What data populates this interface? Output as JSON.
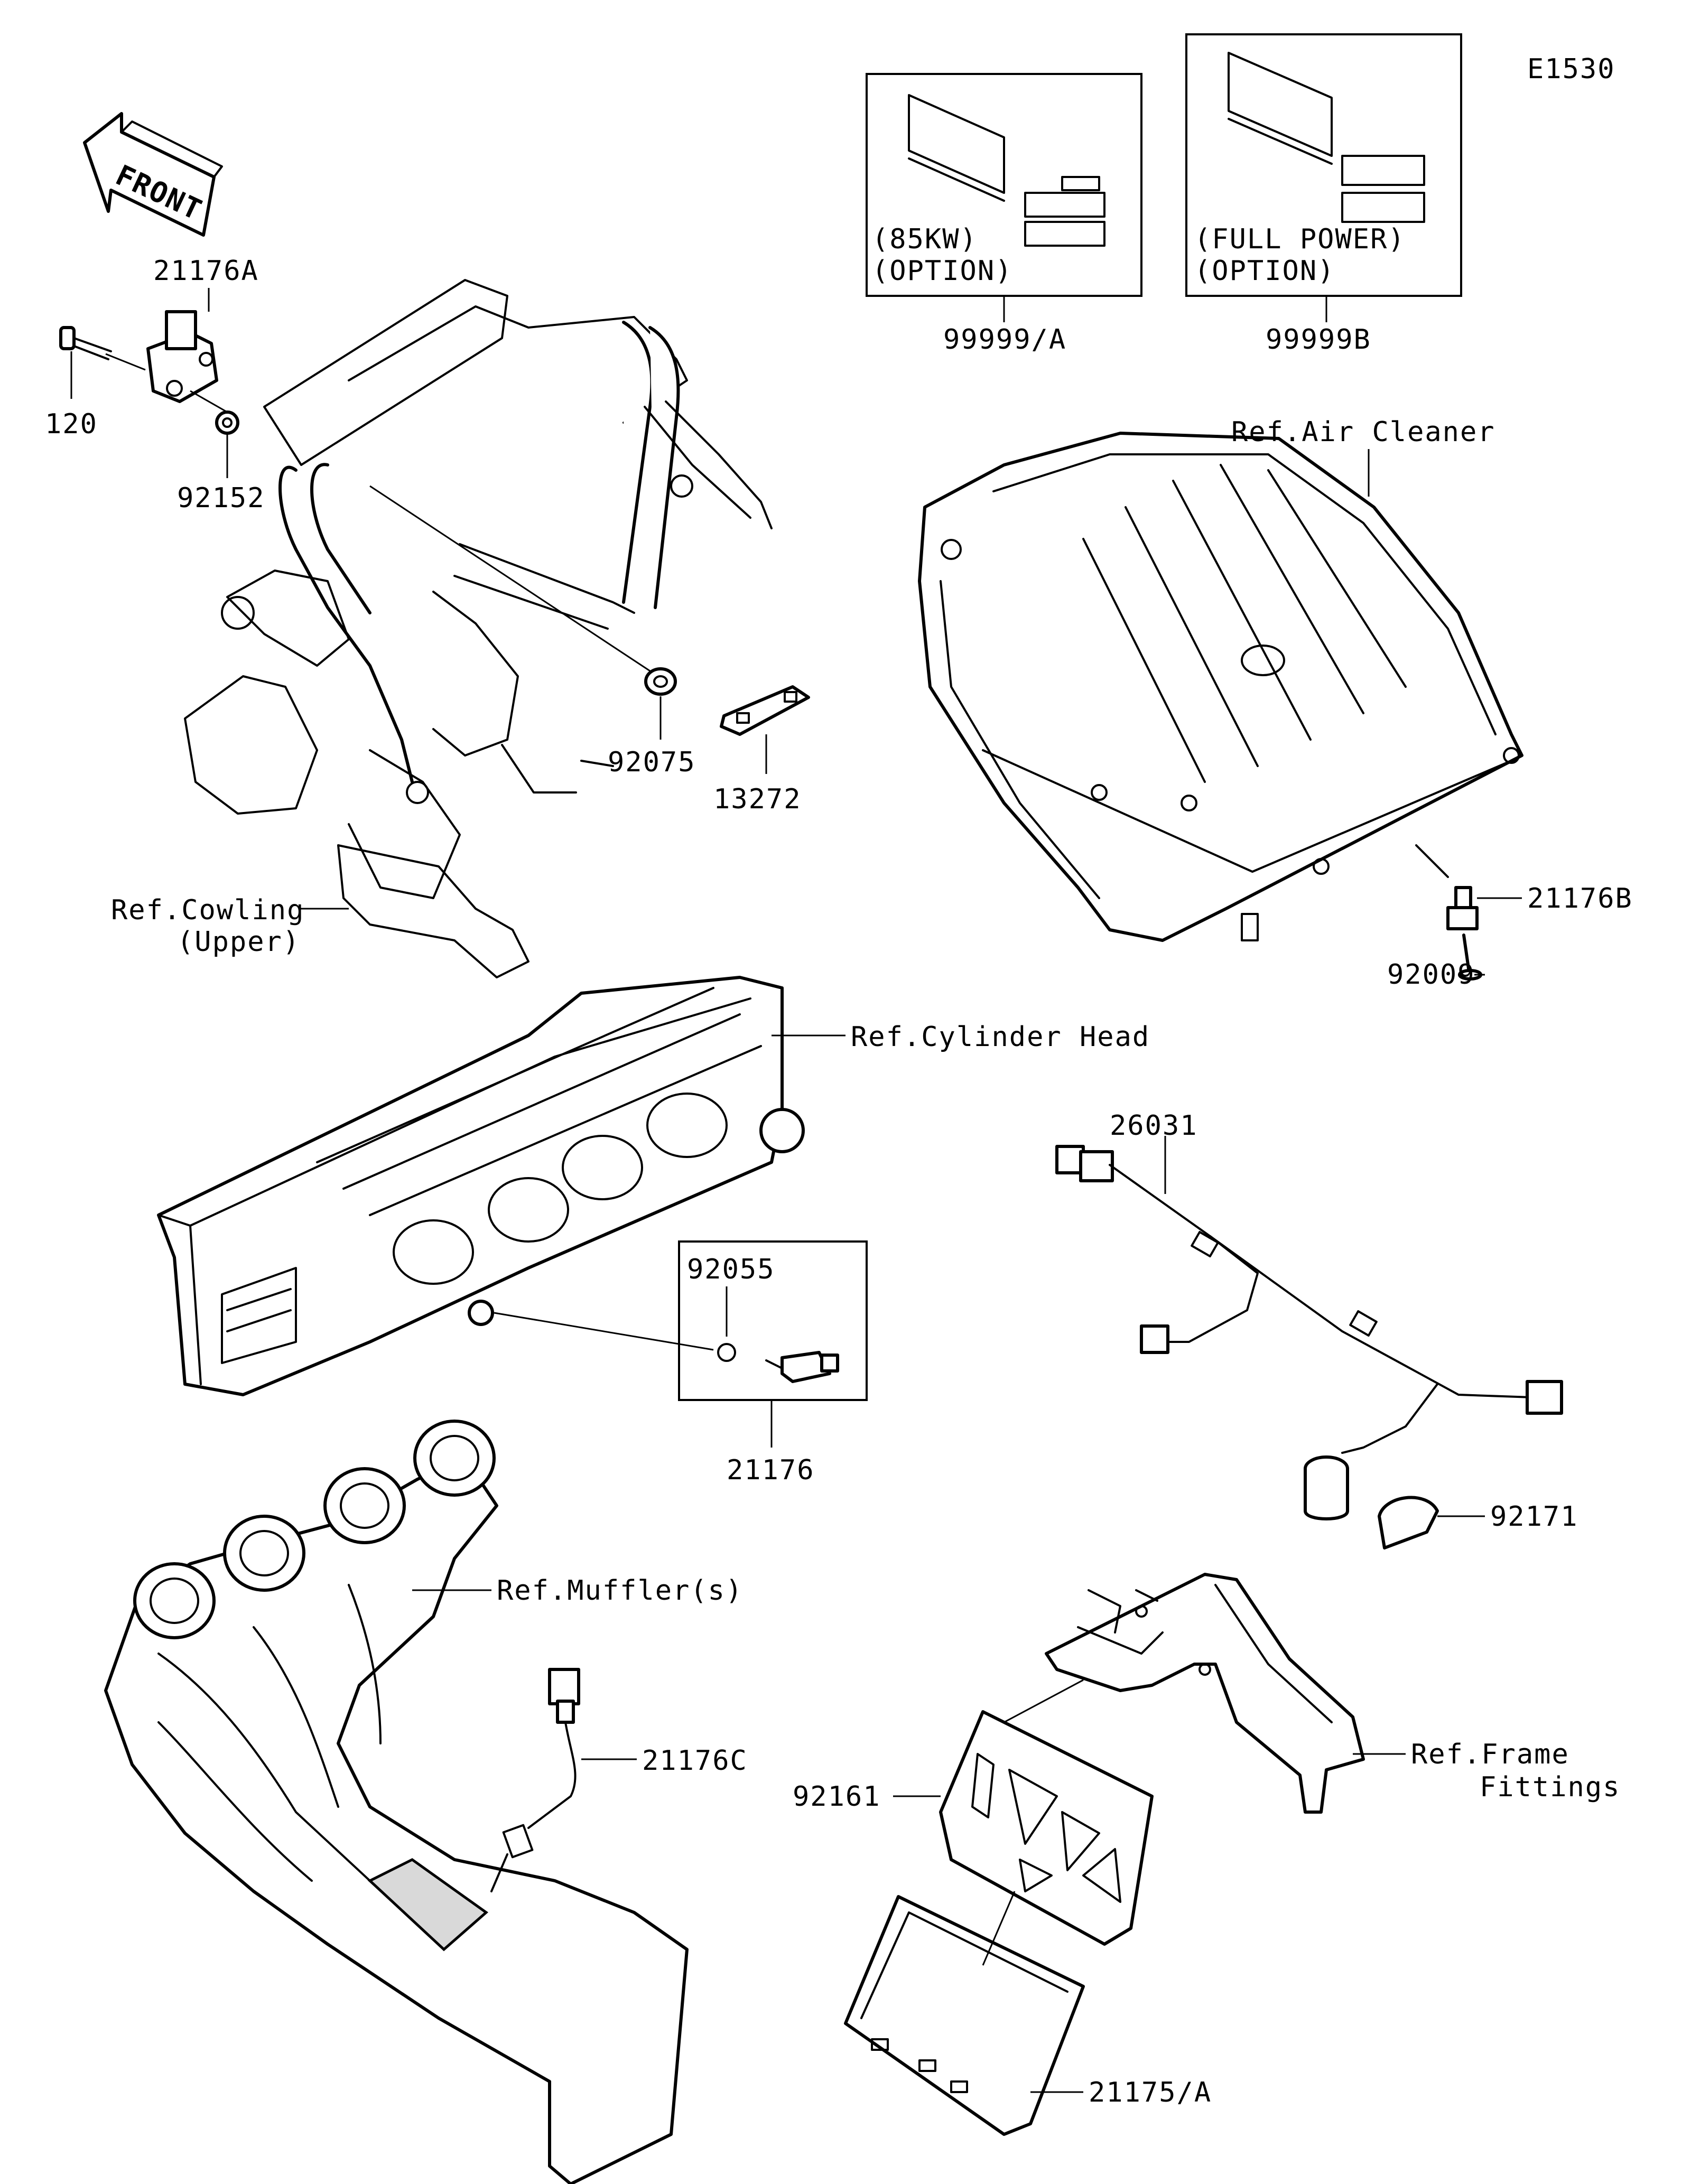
{
  "diagram_code": "E1530",
  "front_arrow_text": "FRONT",
  "labels": {
    "p21176A": "21176A",
    "p120": "120",
    "p92152": "92152",
    "p92075": "92075",
    "p13272": "13272",
    "ref_cowling_1": "Ref.Cowling",
    "ref_cowling_2": "(Upper)",
    "p99999A": "99999/A",
    "p99999B": "99999B",
    "box85_line1": "(85KW)",
    "box85_line2": "(OPTION)",
    "boxfull_line1": "(FULL POWER)",
    "boxfull_line2": "(OPTION)",
    "ref_air_cleaner": "Ref.Air Cleaner",
    "p21176B": "21176B",
    "p92009": "92009",
    "ref_cylinder_head": "Ref.Cylinder Head",
    "p26031": "26031",
    "p92055": "92055",
    "p21176": "21176",
    "p92171": "92171",
    "ref_muffler": "Ref.Muffler(s)",
    "p21176C": "21176C",
    "ref_frame_1": "Ref.Frame",
    "ref_frame_2": "Fittings",
    "p92161": "92161",
    "p21175A": "21175/A"
  }
}
